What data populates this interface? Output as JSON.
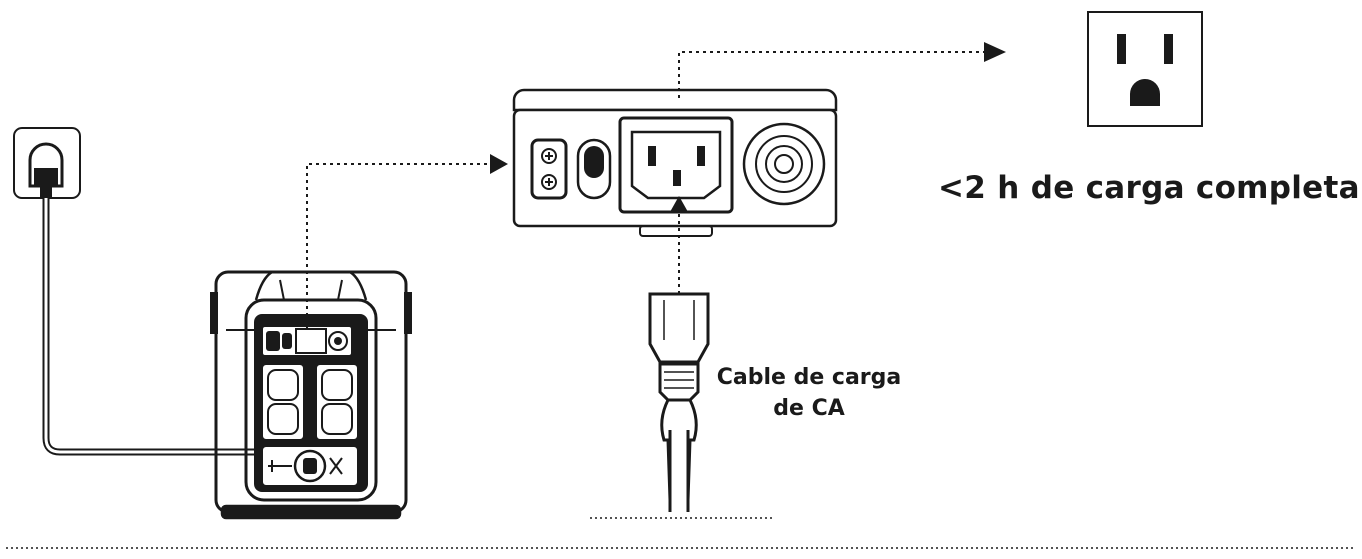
{
  "labels": {
    "charge_time": "<2 h de carga completa",
    "cable_line1": "Cable de carga",
    "cable_line2": "de CA"
  },
  "colors": {
    "stroke": "#1a1a1a",
    "background": "#ffffff"
  },
  "icons": [
    "wall-plug-icon",
    "wall-outlet-icon",
    "power-station",
    "ac-input-panel",
    "ac-charging-cable"
  ]
}
